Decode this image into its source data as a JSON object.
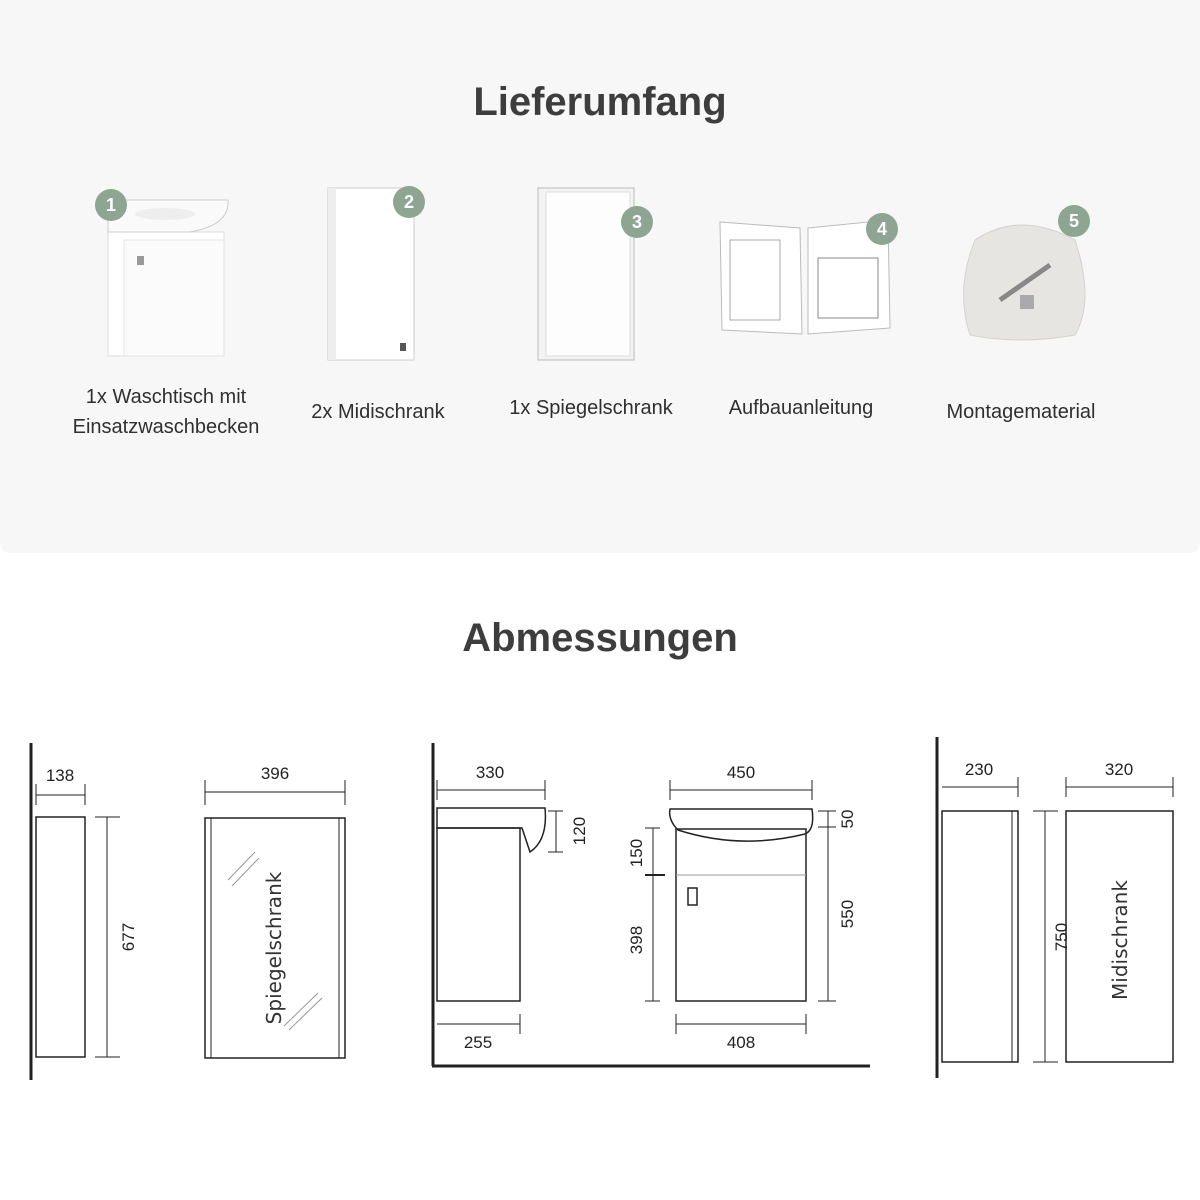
{
  "delivery": {
    "title": "Lieferumfang",
    "items": [
      {
        "number": "1",
        "label_line1": "1x Waschtisch mit",
        "label_line2": "Einsatzwaschbecken"
      },
      {
        "number": "2",
        "label_line1": "2x Midischrank"
      },
      {
        "number": "3",
        "label_line1": "1x Spiegelschrank"
      },
      {
        "number": "4",
        "label_line1": "Aufbauanleitung"
      },
      {
        "number": "5",
        "label_line1": "Montagematerial"
      }
    ],
    "badge_color": "#8fa594"
  },
  "dimensions": {
    "title": "Abmessungen",
    "mirror_cabinet": {
      "label": "Spiegelschrank",
      "depth": "138",
      "width": "396",
      "height": "677"
    },
    "washstand": {
      "depth_top": "330",
      "depth_bottom": "255",
      "basin_height": "120",
      "width_top": "450",
      "width_bottom": "408",
      "rim": "50",
      "upper": "150",
      "lower": "398",
      "cabinet_height": "550"
    },
    "midi_cabinet": {
      "label": "Midischrank",
      "depth": "230",
      "width": "320",
      "height": "750"
    }
  }
}
